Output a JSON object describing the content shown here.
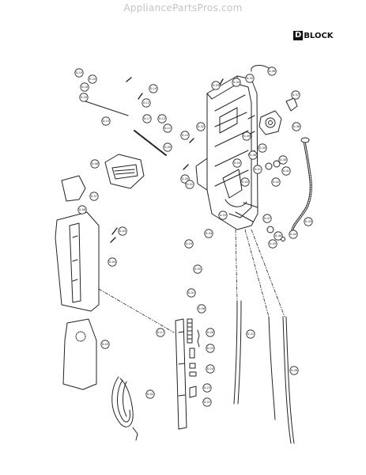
{
  "watermark": "AppliancePartsPros.com",
  "block": {
    "box_letter": "D",
    "label": "BLOCK"
  },
  "callouts": [
    "D-19",
    "D-20",
    "D-18",
    "D-16",
    "D-15",
    "D-14",
    "D-13",
    "D-17",
    "D-12",
    "D-11",
    "D-10",
    "D-09",
    "D-08",
    "D-07",
    "D-06",
    "D-05",
    "D-04",
    "D-03",
    "D-02",
    "D-01",
    "D-27",
    "D-26",
    "D-25",
    "D-24",
    "D-23",
    "D-22",
    "D-21",
    "D-28",
    "D-29",
    "D-30",
    "D-31",
    "D-32",
    "D-33",
    "D-34",
    "D-35",
    "D-36",
    "D-37",
    "D-38",
    "D-39",
    "D-40",
    "D-41",
    "D-42",
    "D-43",
    "D-44",
    "D-45",
    "D-46",
    "D-47",
    "D-48",
    "D-49",
    "D-50",
    "D-51",
    "D-52",
    "D-53",
    "D-54",
    "D-55",
    "D-56"
  ]
}
